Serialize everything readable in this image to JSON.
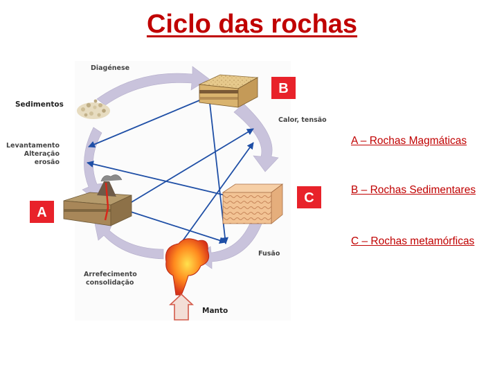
{
  "title": "Ciclo das rochas",
  "diagram": {
    "labels": {
      "diagenese": "Diagénese",
      "sedimentos": "Sedimentos",
      "calor_tensao": "Calor, tensão",
      "levantamento": "Levantamento",
      "alteracao": "Alteração",
      "erosao": "erosão",
      "fusao": "Fusão",
      "arrefecimento": "Arrefecimento",
      "consolidacao": "consolidação",
      "manto": "Manto"
    },
    "badges": {
      "a": "A",
      "b": "B",
      "c": "C"
    }
  },
  "legend": [
    "A – Rochas Magmáticas",
    "B – Rochas Sedimentares",
    "C – Rochas metamórficas"
  ],
  "colors": {
    "title": "#c00000",
    "badge": "#e8222a",
    "cycle_arrow": "#c9c3dc",
    "link_arrow": "#1f4fa6"
  }
}
